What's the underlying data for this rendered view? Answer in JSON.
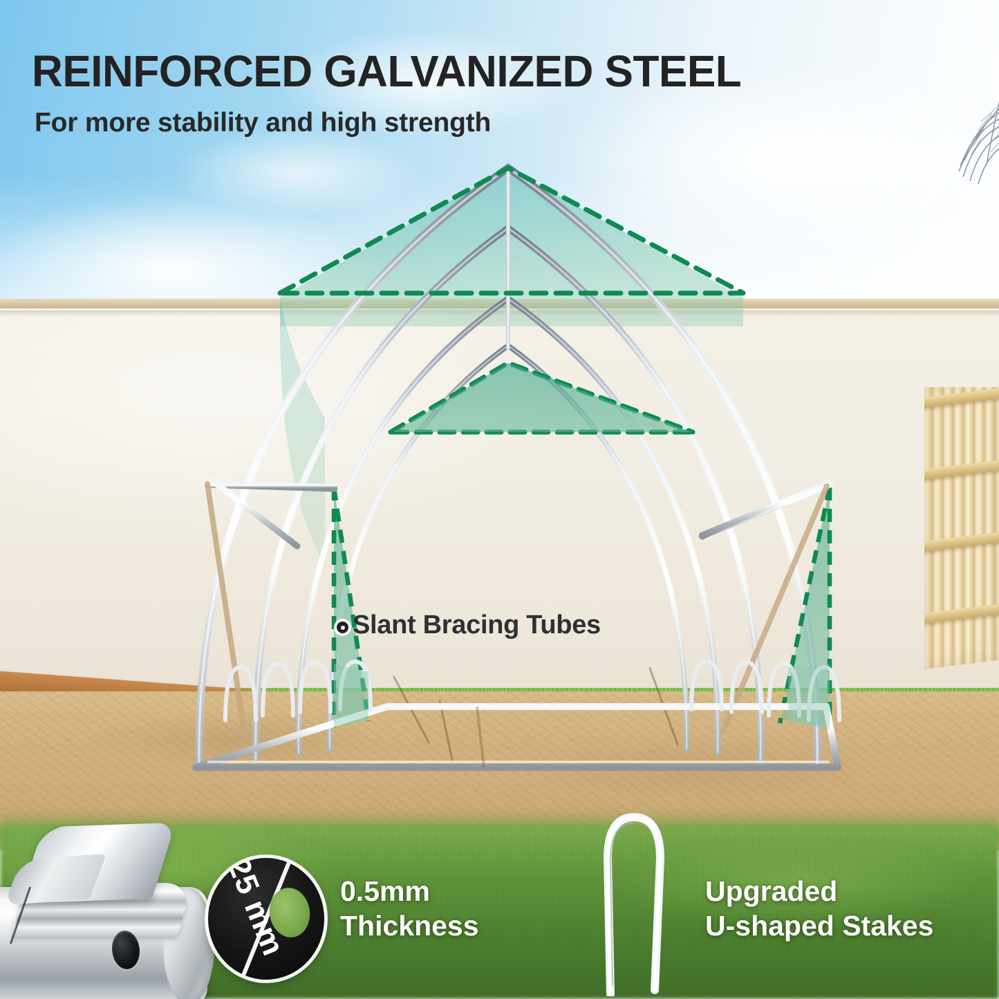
{
  "header": {
    "headline": "REINFORCED GALVANIZED STEEL",
    "subheadline": "For more stability and high strength"
  },
  "annotations": {
    "slant_bracing": {
      "label": "Slant Bracing Tubes",
      "marker": "callout-dot"
    }
  },
  "features": [
    {
      "id": "thickness",
      "line1": "0.5mm",
      "line2": "Thickness",
      "icon": "steel-tube-cross-section"
    },
    {
      "id": "stakes",
      "line1": "Upgraded",
      "line2": "U-shaped Stakes",
      "icon": "u-shaped-stake"
    }
  ],
  "dial": {
    "diameter_label": "25 mm"
  },
  "colors": {
    "headline_text": "#232323",
    "feature_text": "#ffffff",
    "highlight_fill": "#57a987",
    "highlight_stroke": "#0f8a52",
    "panel_tint": "#6fbfae",
    "steel": "#d8dde1",
    "sky": "#8ecdf0",
    "wall": "#f1ece1",
    "grass": "#5f9438",
    "sand": "#d3b381"
  },
  "scene": {
    "subject": "walk-in greenhouse steel frame",
    "background": "backyard with stucco wall, bamboo fence, palm fronds, grass and sand ground"
  }
}
